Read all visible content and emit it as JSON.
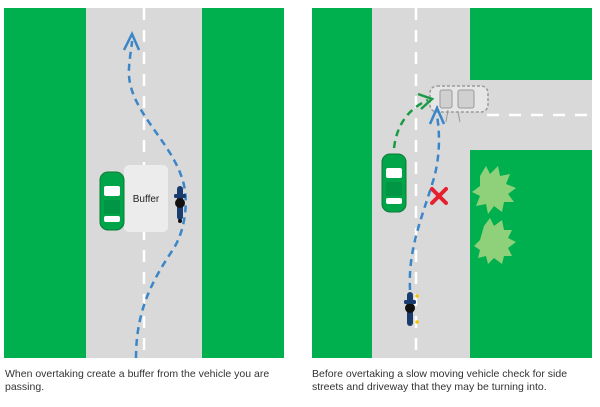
{
  "colors": {
    "grass": "#00b04f",
    "road": "#d9d9d9",
    "lane_marking": "#ffffff",
    "path_blue": "#3a86c8",
    "path_green": "#1a9a44",
    "car_green": "#00a54a",
    "buffer": "#e8e8e8",
    "cross_red": "#e5202f",
    "bush": "#8ed17a",
    "caption_text": "#333333"
  },
  "left_panel": {
    "buffer_label": "Buffer",
    "caption": "When overtaking create a buffer from the vehicle you are passing."
  },
  "right_panel": {
    "caption": "Before overtaking a slow moving vehicle check for side streets and driveway that they may be turning into."
  },
  "icons": {
    "left": [
      "green-car-icon",
      "motorcycle-icon",
      "dashed-path-arrow-icon"
    ],
    "right": [
      "green-car-icon",
      "turning-car-ghost-icon",
      "motorcycle-icon",
      "red-cross-icon",
      "bush-icon",
      "green-dashed-arrow-icon",
      "blue-dashed-arrow-icon"
    ]
  }
}
